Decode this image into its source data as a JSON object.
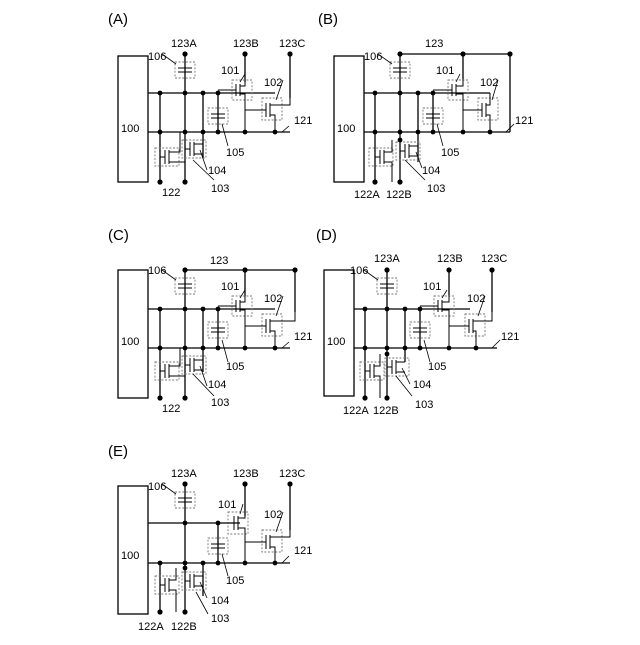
{
  "panels": [
    {
      "id": "A",
      "title": "(A)",
      "labels": {
        "block": "100",
        "cap106": "106",
        "t101": "101",
        "t102": "102",
        "t103": "103",
        "t104": "104",
        "cap105": "105",
        "line121": "121",
        "t122": "122",
        "t123a": "123A",
        "t123b": "123B",
        "t123c": "123C"
      }
    },
    {
      "id": "B",
      "title": "(B)",
      "labels": {
        "block": "100",
        "cap106": "106",
        "t101": "101",
        "t102": "102",
        "t103": "103",
        "t104": "104",
        "cap105": "105",
        "line121": "121",
        "t122a": "122A",
        "t122b": "122B",
        "t123": "123"
      }
    },
    {
      "id": "C",
      "title": "(C)",
      "labels": {
        "block": "100",
        "cap106": "106",
        "t101": "101",
        "t102": "102",
        "t103": "103",
        "t104": "104",
        "cap105": "105",
        "line121": "121",
        "t122": "122",
        "t123": "123"
      }
    },
    {
      "id": "D",
      "title": "(D)",
      "labels": {
        "block": "100",
        "cap106": "106",
        "t101": "101",
        "t102": "102",
        "t103": "103",
        "t104": "104",
        "cap105": "105",
        "line121": "121",
        "t122a": "122A",
        "t122b": "122B",
        "t123a": "123A",
        "t123b": "123B",
        "t123c": "123C"
      }
    },
    {
      "id": "E",
      "title": "(E)",
      "labels": {
        "block": "100",
        "cap106": "106",
        "t101": "101",
        "t102": "102",
        "t103": "103",
        "t104": "104",
        "cap105": "105",
        "line121": "121",
        "t122a": "122A",
        "t122b": "122B",
        "t123a": "123A",
        "t123b": "123B",
        "t123c": "123C"
      }
    }
  ]
}
